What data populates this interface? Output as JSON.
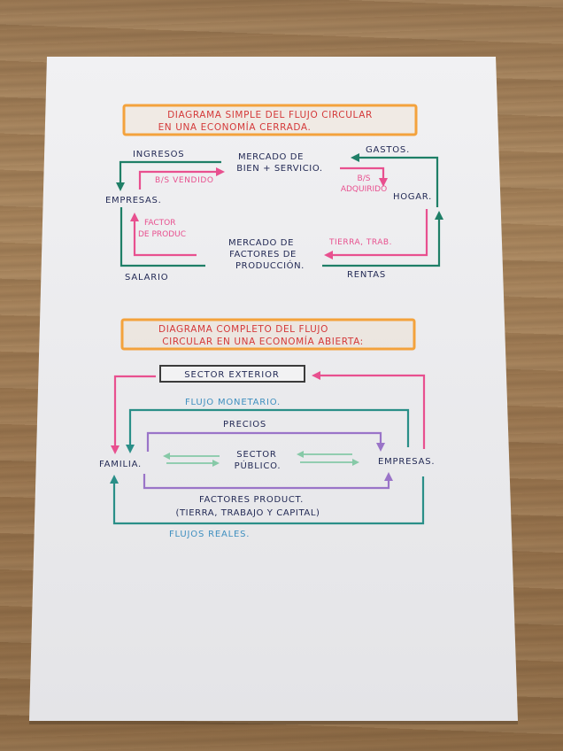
{
  "colors": {
    "paper": "#ebebee",
    "navy": "#232a55",
    "green": "#1f7f67",
    "pink": "#e8508f",
    "orange": "#f4a23c",
    "red": "#d43a3a",
    "purple": "#9a74c8",
    "teal": "#2a8f88",
    "blue": "#3f8fbf",
    "mint": "#86c9a7",
    "grey": "#8d8d8d"
  },
  "diagram1": {
    "title_line1": "DIAGRAMA SIMPLE DEL FLUJO CIRCULAR",
    "title_line2": "EN UNA ECONOMÍA CERRADA.",
    "ingresos": "INGRESOS",
    "gastos": "GASTOS.",
    "market_goods_line1": "MERCADO DE",
    "market_goods_line2": "BIEN + SERVICIO.",
    "bs_vendido": "B/S VENDIDO",
    "bs_adquirido_line1": "B/S",
    "bs_adquirido_line2": "ADQUIRIDO",
    "empresas": "EMPRESAS.",
    "hogar": "HOGAR.",
    "factor_line1": "FACTOR",
    "factor_line2": "DE PRODUC",
    "market_factors_line1": "MERCADO DE",
    "market_factors_line2": "FACTORES DE",
    "market_factors_line3": "PRODUCCIÓN.",
    "tierra_trab": "TIERRA, TRAB.",
    "salario": "SALARIO",
    "rentas": "RENTAS"
  },
  "diagram2": {
    "title_line1": "DIAGRAMA COMPLETO DEL FLUJO",
    "title_line2": "CIRCULAR EN UNA ECONOMÍA ABIERTA:",
    "sector_exterior": "SECTOR EXTERIOR",
    "flujo_monetario": "FLUJO MONETARIO.",
    "precios": "PRECIOS",
    "sector_publico_line1": "SECTOR",
    "sector_publico_line2": "PÚBLICO.",
    "familia": "FAMILIA.",
    "empresas": "EMPRESAS.",
    "factores_line1": "FACTORES PRODUCT.",
    "factores_line2": "(TIERRA, TRABAJO Y CAPITAL)",
    "flujos_reales": "FLUJOS REALES."
  }
}
